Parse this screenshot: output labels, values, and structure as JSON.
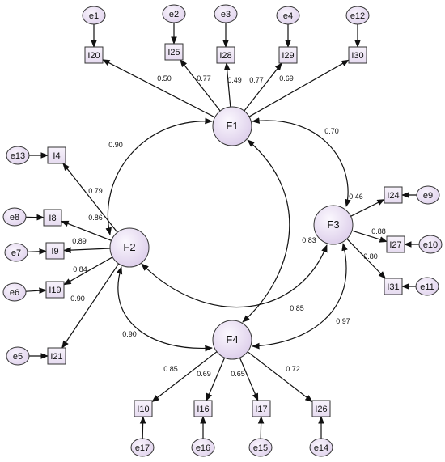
{
  "colors": {
    "fill_light": "#f6f0fb",
    "fill_dark": "#dccdea",
    "stroke": "#333333",
    "arrow": "#111111"
  },
  "latents": [
    {
      "id": "F1"
    },
    {
      "id": "F2"
    },
    {
      "id": "F3"
    },
    {
      "id": "F4"
    }
  ],
  "indicators": [
    {
      "id": "I20",
      "factor": "F1",
      "loading": "0.50",
      "error": "e1"
    },
    {
      "id": "I25",
      "factor": "F1",
      "loading": "0.77",
      "error": "e2"
    },
    {
      "id": "I28",
      "factor": "F1",
      "loading": "0.49",
      "error": "e3"
    },
    {
      "id": "I29",
      "factor": "F1",
      "loading": "0.77",
      "error": "e4"
    },
    {
      "id": "I30",
      "factor": "F1",
      "loading": "0.69",
      "error": "e12"
    },
    {
      "id": "I4",
      "factor": "F2",
      "loading": "0.79",
      "error": "e13"
    },
    {
      "id": "I8",
      "factor": "F2",
      "loading": "0.86",
      "error": "e8"
    },
    {
      "id": "I9",
      "factor": "F2",
      "loading": "0.89",
      "error": "e7"
    },
    {
      "id": "I19",
      "factor": "F2",
      "loading": "0.84",
      "error": "e6"
    },
    {
      "id": "I21",
      "factor": "F2",
      "loading": "0.90",
      "error": "e5"
    },
    {
      "id": "I24",
      "factor": "F3",
      "loading": "0.46",
      "error": "e9"
    },
    {
      "id": "I27",
      "factor": "F3",
      "loading": "0.88",
      "error": "e10"
    },
    {
      "id": "I31",
      "factor": "F3",
      "loading": "0.80",
      "error": "e11"
    },
    {
      "id": "I10",
      "factor": "F4",
      "loading": "0.85",
      "error": "e17"
    },
    {
      "id": "I16",
      "factor": "F4",
      "loading": "0.69",
      "error": "e16"
    },
    {
      "id": "I17",
      "factor": "F4",
      "loading": "0.65",
      "error": "e15"
    },
    {
      "id": "I26",
      "factor": "F4",
      "loading": "0.72",
      "error": "e14"
    }
  ],
  "correlations": [
    {
      "from": "F1",
      "to": "F2",
      "value": "0.90"
    },
    {
      "from": "F1",
      "to": "F3",
      "value": "0.70"
    },
    {
      "from": "F1",
      "to": "F4",
      "value": "0.83"
    },
    {
      "from": "F2",
      "to": "F3",
      "value": "0.85"
    },
    {
      "from": "F2",
      "to": "F4",
      "value": "0.90"
    },
    {
      "from": "F3",
      "to": "F4",
      "value": "0.97"
    }
  ]
}
